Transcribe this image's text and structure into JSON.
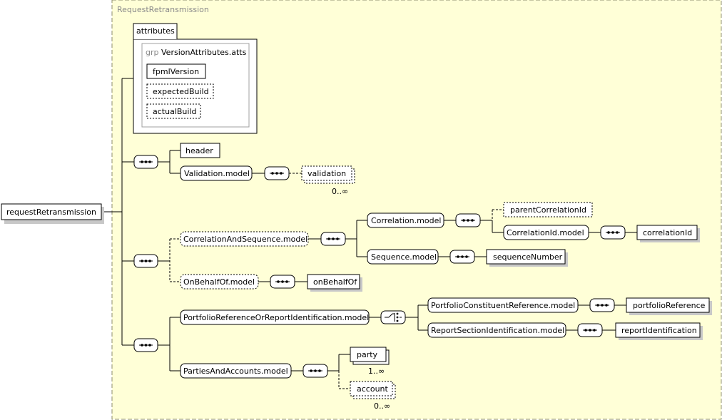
{
  "diagram": {
    "container_label": "RequestRetransmission",
    "root": "requestRetransmission",
    "attributes": {
      "tab": "attributes",
      "group_prefix": "grp",
      "group_name": "VersionAttributes.atts",
      "items": [
        "fpmlVersion",
        "expectedBuild",
        "actualBuild"
      ]
    },
    "seq1": {
      "header": "header",
      "validation_model": "Validation.model",
      "validation": "validation",
      "validation_card": "0..∞"
    },
    "seq2": {
      "correlation_and_sequence_model": "CorrelationAndSequence.model",
      "correlation_model": "Correlation.model",
      "parent_correlation_id": "parentCorrelationId",
      "correlation_id_model": "CorrelationId.model",
      "correlation_id": "correlationId",
      "sequence_model": "Sequence.model",
      "sequence_number": "sequenceNumber",
      "on_behalf_of_model": "OnBehalfOf.model",
      "on_behalf_of": "onBehalfOf"
    },
    "seq3": {
      "portfolio_or_report_model": "PortfolioReferenceOrReportIdentification.model",
      "portfolio_constituent_model": "PortfolioConstituentReference.model",
      "portfolio_reference": "portfolioReference",
      "report_section_model": "ReportSectionIdentification.model",
      "report_identification": "reportIdentification",
      "parties_and_accounts_model": "PartiesAndAccounts.model",
      "party": "party",
      "party_card": "1..∞",
      "account": "account",
      "account_card": "0..∞"
    },
    "colors": {
      "container_fill": "#ffffd7",
      "container_border": "#8c8c6e",
      "container_label": "#8a8a8a",
      "shadow": "#c8c8c8"
    }
  }
}
